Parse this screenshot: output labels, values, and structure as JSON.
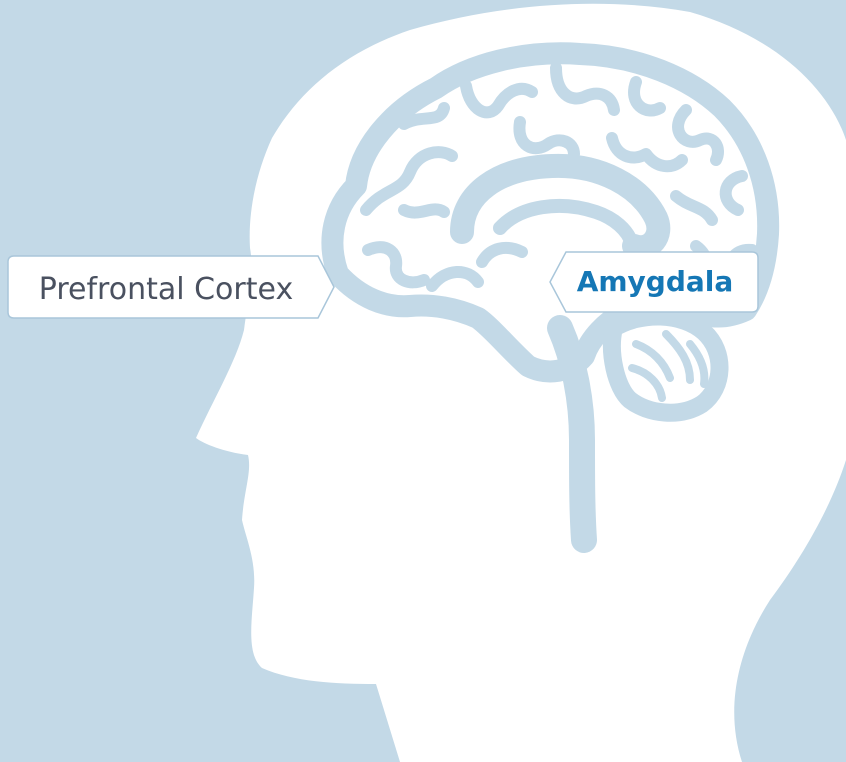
{
  "diagram": {
    "labels": {
      "prefrontal": "Prefrontal Cortex",
      "amygdala": "Amygdala"
    },
    "colors": {
      "background": "#c3d9e7",
      "head": "#ffffff",
      "brain": "#c3d9e7",
      "callout_border": "#a9c6da",
      "prefrontal_text": "#4a5160",
      "amygdala_text": "#1577b5"
    },
    "icons": [
      "head-silhouette",
      "brain-icon",
      "callout-pointer-right",
      "callout-pointer-left"
    ]
  }
}
